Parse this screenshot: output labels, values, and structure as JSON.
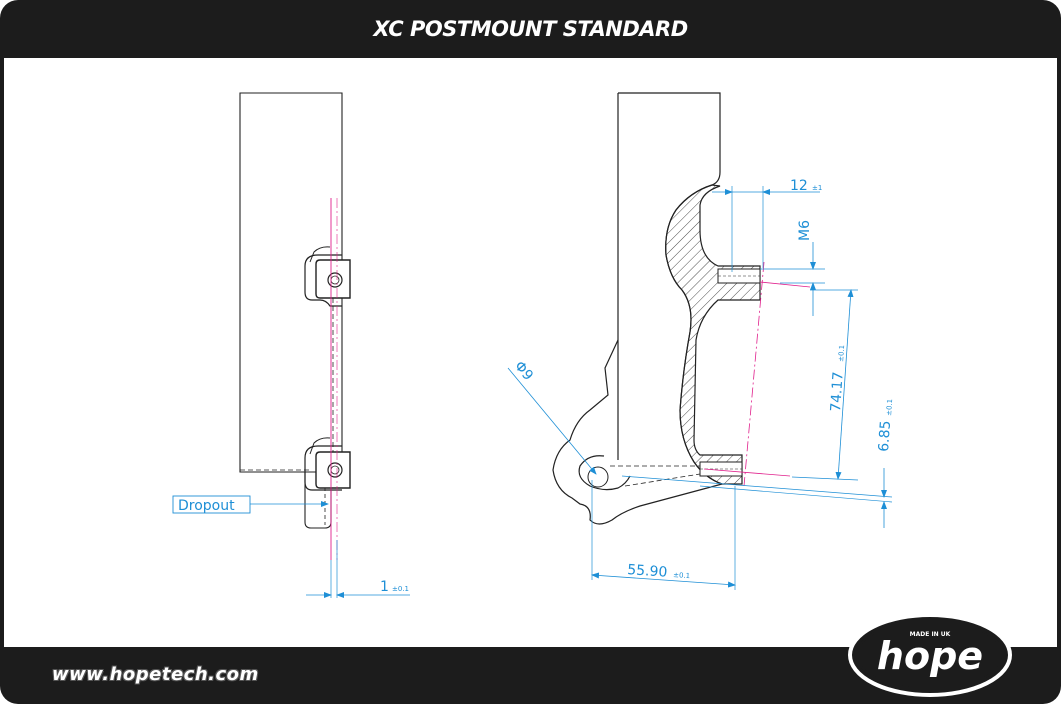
{
  "header": {
    "title": "XC POSTMOUNT STANDARD"
  },
  "footer": {
    "url": "www.hopetech.com"
  },
  "logo": {
    "brand": "hope",
    "tagline": "MADE IN UK"
  },
  "left_view": {
    "callout": "Dropout",
    "dim_offset": {
      "value": "1",
      "tol": "±0.1"
    }
  },
  "right_view": {
    "dim_depth": {
      "value": "12",
      "tol": "±1"
    },
    "dim_thread": {
      "value": "M6"
    },
    "dim_spacing": {
      "value": "74.17",
      "tol": "±0.1"
    },
    "dim_offset": {
      "value": "6.85",
      "tol": "±0.1"
    },
    "dim_axle": {
      "value": "55.90",
      "tol": "±0.1"
    },
    "dim_dia": {
      "value": "Φ9"
    }
  },
  "colors": {
    "dimension": "#1e8fd6",
    "centerline": "#e0208c",
    "frame": "#1c1c1c"
  }
}
